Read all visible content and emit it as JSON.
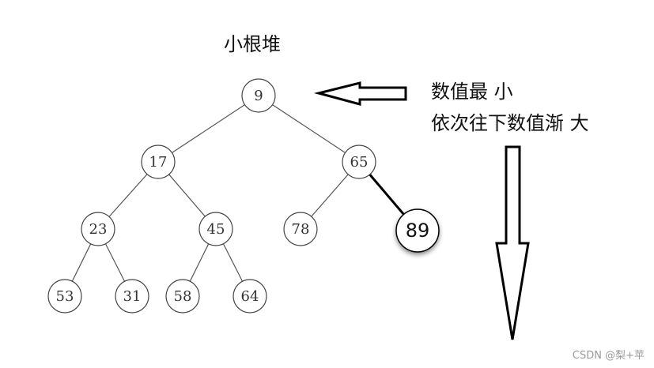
{
  "title": "小根堆",
  "annotation": {
    "line1": "数值最 小",
    "line2": "依次往下数值渐 大"
  },
  "watermark": "CSDN @梨+苹",
  "tree": {
    "nodes": [
      {
        "id": "n9",
        "value": "9"
      },
      {
        "id": "n17",
        "value": "17"
      },
      {
        "id": "n65",
        "value": "65"
      },
      {
        "id": "n23",
        "value": "23"
      },
      {
        "id": "n45",
        "value": "45"
      },
      {
        "id": "n78",
        "value": "78"
      },
      {
        "id": "n89",
        "value": "89",
        "highlight": true
      },
      {
        "id": "n53",
        "value": "53"
      },
      {
        "id": "n31",
        "value": "31"
      },
      {
        "id": "n58",
        "value": "58"
      },
      {
        "id": "n64",
        "value": "64"
      }
    ],
    "edges": [
      [
        "n9",
        "n17"
      ],
      [
        "n9",
        "n65"
      ],
      [
        "n17",
        "n23"
      ],
      [
        "n17",
        "n45"
      ],
      [
        "n65",
        "n78"
      ],
      [
        "n65",
        "n89"
      ],
      [
        "n23",
        "n53"
      ],
      [
        "n23",
        "n31"
      ],
      [
        "n45",
        "n58"
      ],
      [
        "n45",
        "n64"
      ]
    ]
  },
  "colors": {
    "line": "#555555",
    "node_stroke": "#444444",
    "arrow": "#000000"
  }
}
